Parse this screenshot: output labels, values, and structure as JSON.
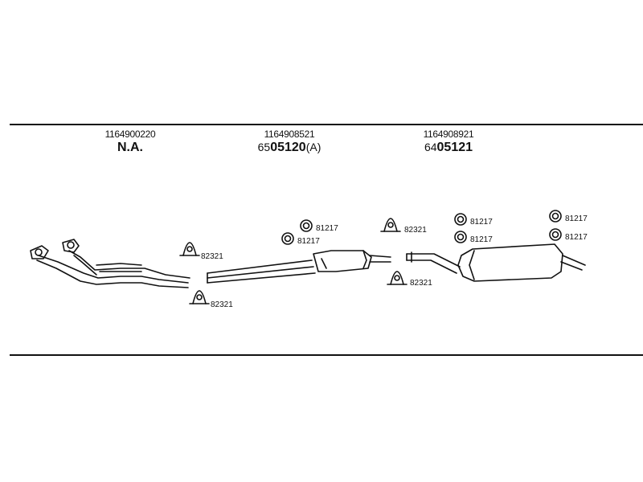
{
  "columns": [
    {
      "part_number": "1164900220",
      "code_prefix": "",
      "code_main": "N.A.",
      "code_suffix": ""
    },
    {
      "part_number": "1164908521",
      "code_prefix": "65",
      "code_main": "05120",
      "code_suffix": "(A)"
    },
    {
      "part_number": "1164908921",
      "code_prefix": "64",
      "code_main": "05121",
      "code_suffix": ""
    }
  ],
  "callouts": {
    "clamp_a": "82321",
    "clamp_b": "82321",
    "ring_a": "81217",
    "ring_b": "81217",
    "clamp_c": "82321",
    "clamp_d": "82321",
    "ring_c": "81217",
    "ring_d": "81217",
    "ring_e": "81217",
    "ring_f": "81217"
  }
}
